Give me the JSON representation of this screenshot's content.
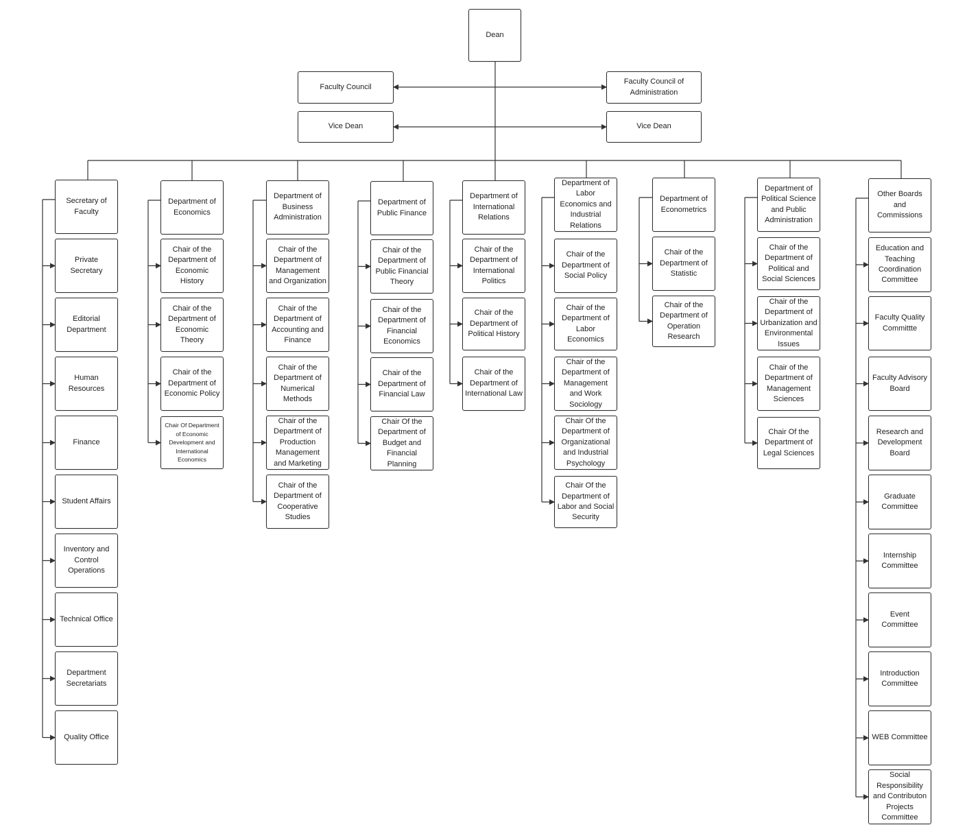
{
  "top": {
    "dean": "Dean",
    "council_left": "Faculty Council",
    "council_right": "Faculty Council of Administration",
    "vice_dean_left": "Vice Dean",
    "vice_dean_right": "Vice Dean"
  },
  "columns": [
    {
      "head": "Secretary of Faculty",
      "items": [
        "Private Secretary",
        "Editorial Department",
        "Human Resources",
        "Finance",
        "Student Affairs",
        "Inventory and Control Operations",
        "Technical Office",
        "Department Secretariats",
        "Quality Office"
      ]
    },
    {
      "head": "Department of Economics",
      "items": [
        "Chair of the Department of Economic History",
        "Chair of the Department of Economic Theory",
        "Chair of the Department of Economic Policy",
        "Chair Of Department of Economic Development and International Economics"
      ]
    },
    {
      "head": "Department of Business Administration",
      "items": [
        "Chair of the Department of Management and Organization",
        "Chair of the Department of Accounting and Finance",
        "Chair of the Department of Numerical Methods",
        "Chair of the Department of Production Management and Marketing",
        "Chair of the Department of Cooperative Studies"
      ]
    },
    {
      "head": "Department of Public Finance",
      "items": [
        "Chair of the Department of Public Financial Theory",
        "Chair of the Department of Financial Economics",
        "Chair of the Department of Financial Law",
        "Chair Of the Department of Budget and Financial Planning"
      ]
    },
    {
      "head": "Department of International Relations",
      "items": [
        "Chair of the Department of International Politics",
        "Chair of the Department of Political History",
        "Chair of the Department of International Law"
      ]
    },
    {
      "head": "Department of Labor Economics and Industrial Relations",
      "items": [
        "Chair of the Department of Social Policy",
        "Chair of the Department of Labor Economics",
        "Chair of the Department of Management and Work Sociology",
        "Chair Of the Department of Organizational and Industrial Psychology",
        "Chair Of the Department of Labor and Social Security"
      ]
    },
    {
      "head": "Department of Econometrics",
      "items": [
        "Chair of the Department of Statistic",
        "Chair of the Department of Operation Research"
      ]
    },
    {
      "head": "Department of Political Science and Public Administration",
      "items": [
        "Chair of the Department of Political and Social Sciences",
        "Chair of the Department of Urbanization and Environmental Issues",
        "Chair of the Department of Management Sciences",
        "Chair Of the Department of Legal Sciences"
      ]
    },
    {
      "head": "Other Boards and Commissions",
      "items": [
        "Education and Teaching Coordination Committee",
        "Faculty Quality Committte",
        "Faculty Advisory Board",
        "Research and Development Board",
        "Graduate Committee",
        "Internship Committee",
        "Event Committee",
        "Introduction Committee",
        "WEB Committee",
        "Social Responsibility and Contributon Projects Committee"
      ]
    }
  ]
}
